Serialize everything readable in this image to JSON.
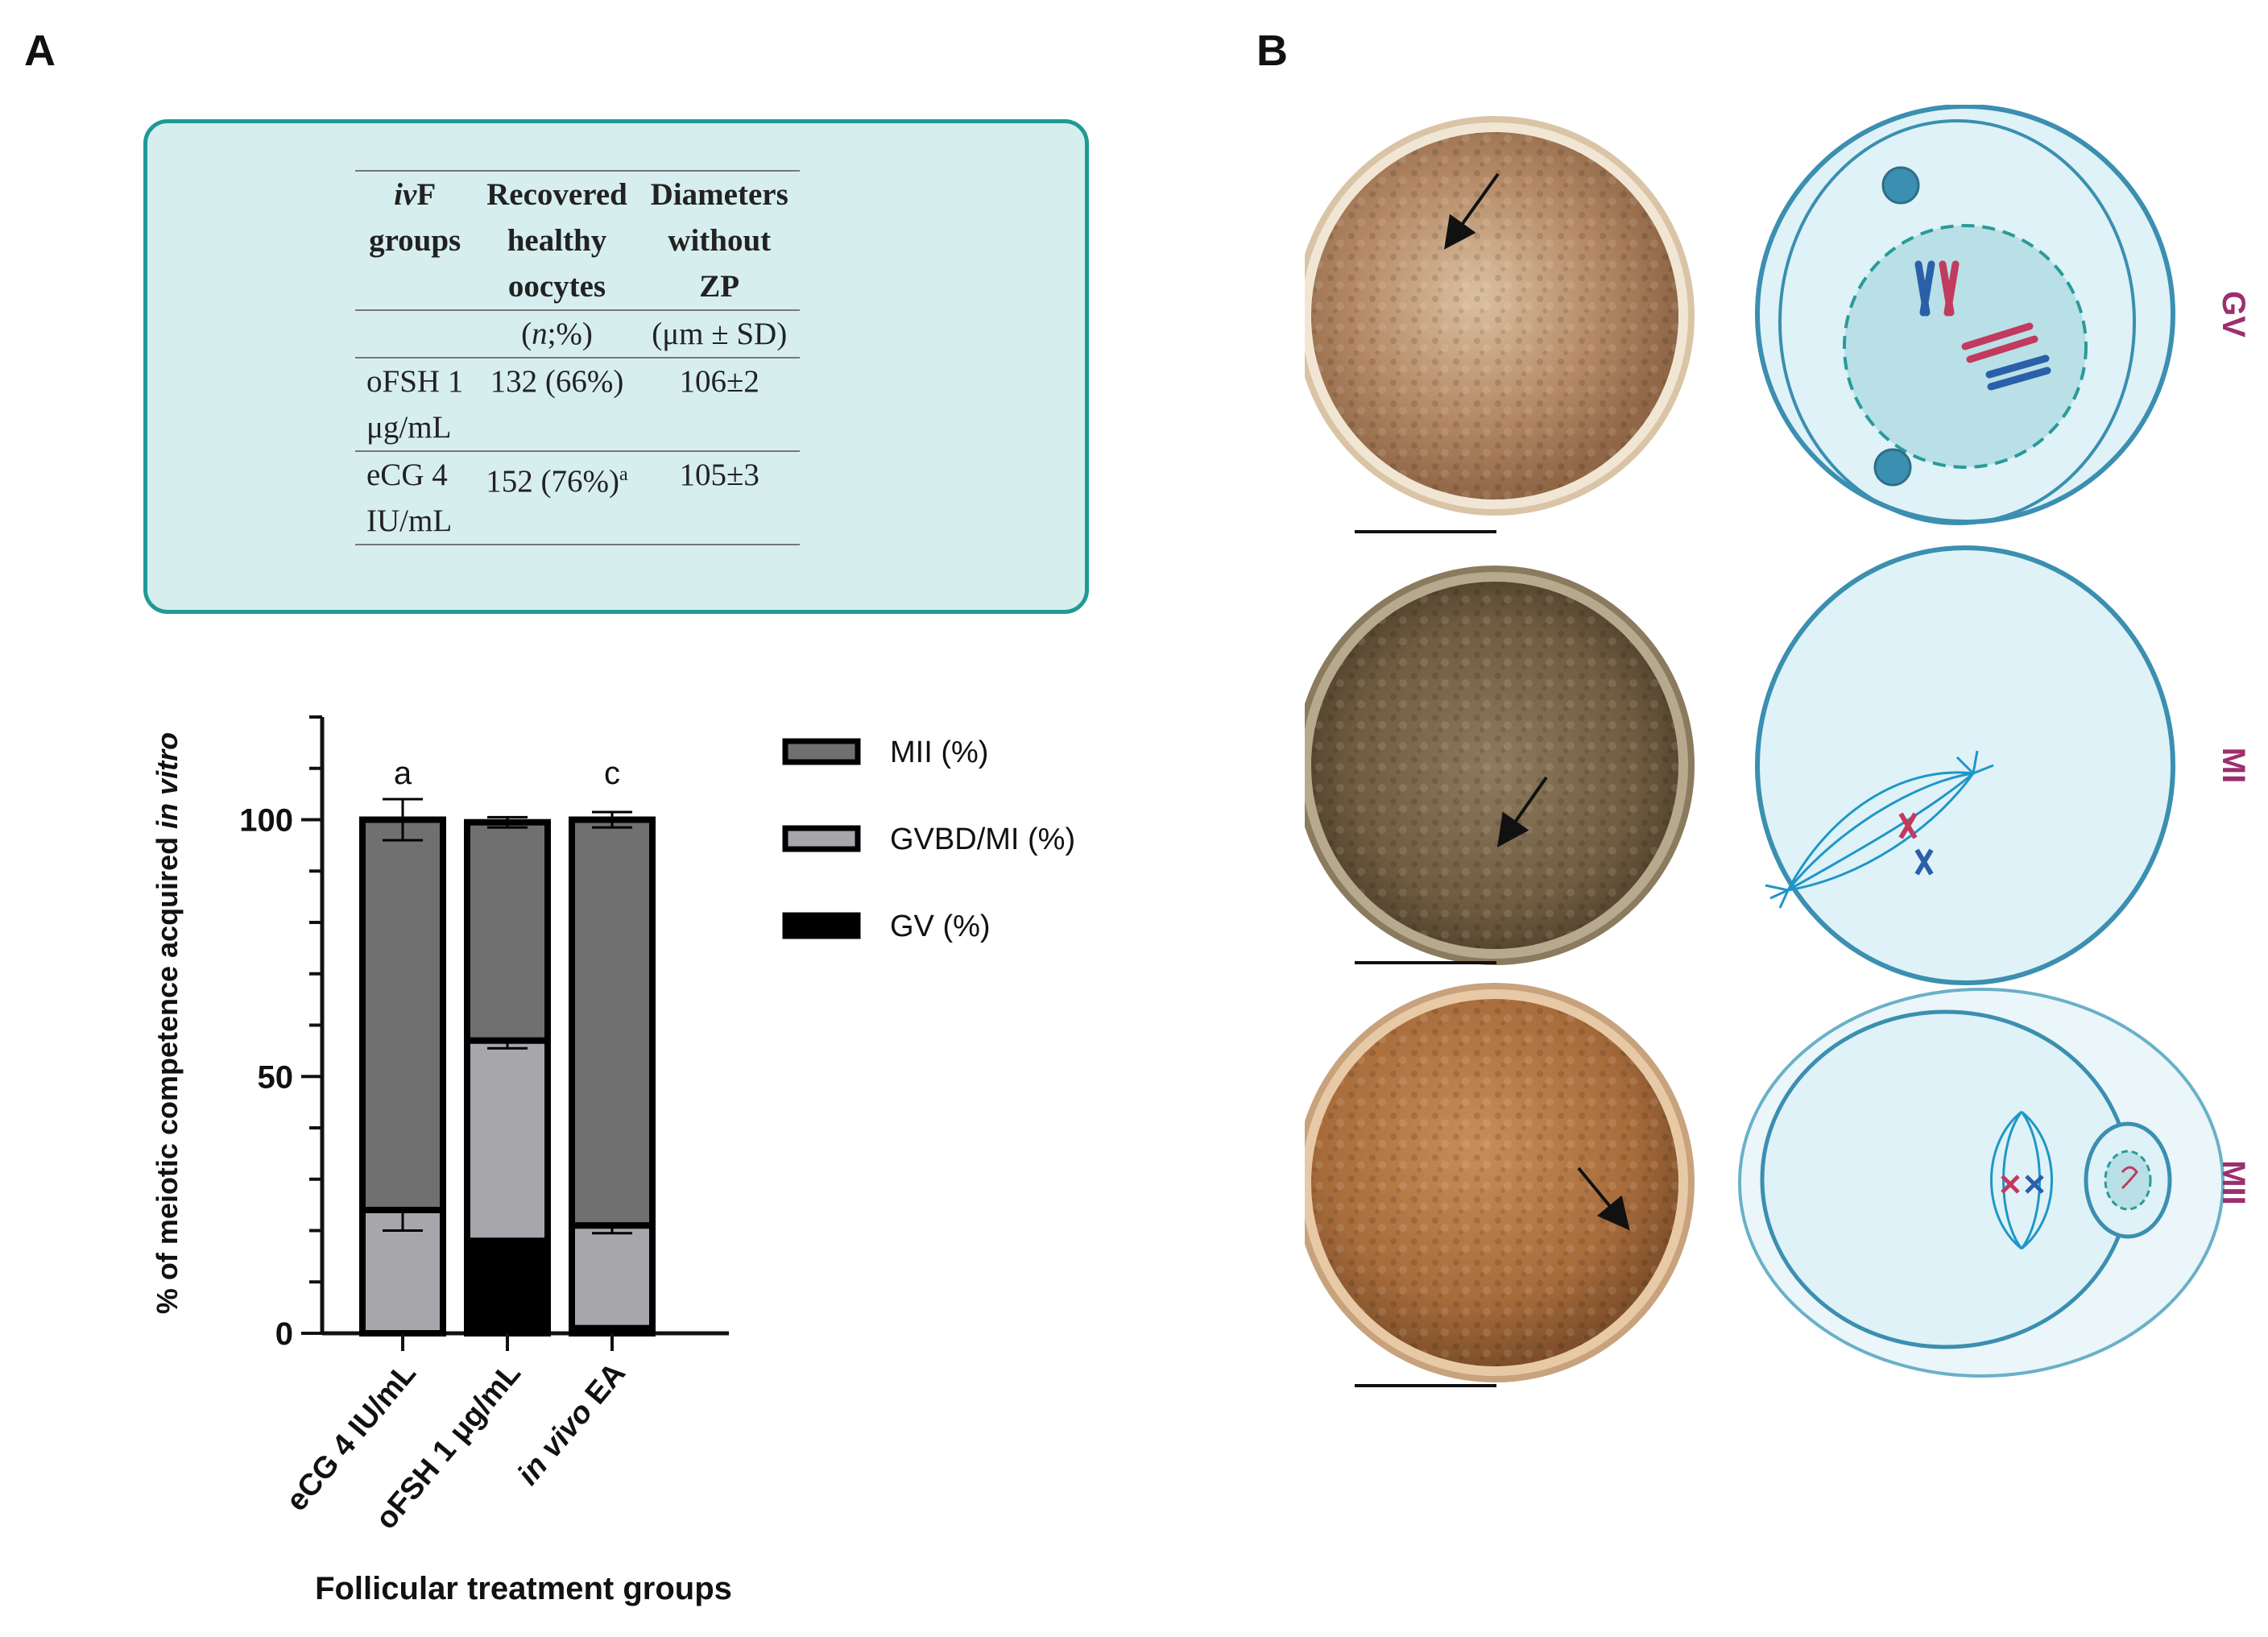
{
  "panel_labels": {
    "a": "A",
    "b": "B"
  },
  "table": {
    "headers": {
      "col1_line1_italic": "iv",
      "col1_line1_rest": "F",
      "col1_line2": "groups",
      "col2": [
        "Recovered",
        "healthy",
        "oocytes"
      ],
      "col3": [
        "Diameters",
        "without",
        "ZP"
      ]
    },
    "units": {
      "col2_open": "(",
      "col2_italic": "n",
      "col2_rest": ";%)",
      "col3": "(μm ± SD)"
    },
    "rows": [
      {
        "group_line1": "oFSH 1",
        "group_line2": "μg/mL",
        "recovered": "132 (66%)",
        "recovered_sup": "",
        "diameter": "106±2"
      },
      {
        "group_line1": "eCG 4",
        "group_line2": "IU/mL",
        "recovered": "152 (76%)",
        "recovered_sup": "a",
        "diameter": "105±3"
      }
    ]
  },
  "chart_data": {
    "type": "bar",
    "stacked": true,
    "categories": [
      "eCG 4 IU/mL",
      "oFSH 1 μg/mL",
      "in vivo EA"
    ],
    "category_italic_prefix": [
      "",
      "",
      "in vivo"
    ],
    "category_rest": [
      "eCG 4 IU/mL",
      "oFSH 1 μg/mL",
      " EA"
    ],
    "series": [
      {
        "name": "GV (%)",
        "values": [
          0,
          18,
          1
        ],
        "err": [
          0,
          1,
          1
        ],
        "color": "#000000"
      },
      {
        "name": "GVBD/MI (%)",
        "values": [
          24,
          39,
          20
        ],
        "err": [
          4,
          1.5,
          1.5
        ],
        "color": "#a7a6ab"
      },
      {
        "name": "MII (%)",
        "values": [
          76,
          42.5,
          79
        ],
        "err": [
          4,
          1,
          1.5
        ],
        "color": "#707070"
      }
    ],
    "significance_letters": [
      "a",
      "",
      "c"
    ],
    "ylim": [
      0,
      120
    ],
    "yticks": [
      "0",
      "50",
      "100"
    ],
    "ylabel_regular": "% of meiotic competence acquired ",
    "ylabel_italic": "in vitro",
    "xlabel": "Follicular treatment groups",
    "legend_position": "right",
    "legend_order": [
      "MII (%)",
      "GVBD/MI (%)",
      "GV (%)"
    ]
  },
  "stages": [
    {
      "label": "GV",
      "name": "gv"
    },
    {
      "label": "MI",
      "name": "mi"
    },
    {
      "label": "MII",
      "name": "mii"
    }
  ],
  "colors": {
    "teal_border": "#1e9a96",
    "box_fill": "#d7eeee",
    "stage_label": "#9c2f6e",
    "cell_fill": "#dff2f8",
    "cell_stroke": "#3b8fb0"
  }
}
